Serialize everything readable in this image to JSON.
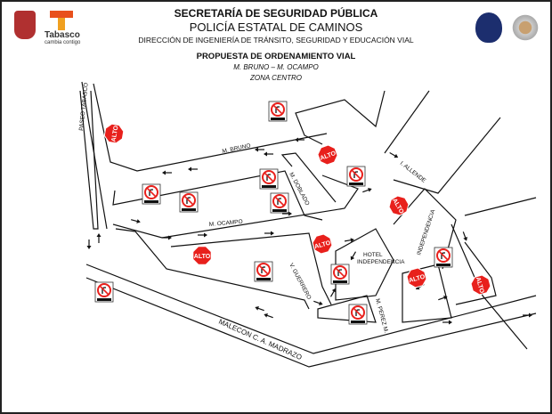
{
  "header": {
    "line1": "SECRETARÍA DE SEGURIDAD PÚBLICA",
    "line2": "POLICÍA ESTATAL DE CAMINOS",
    "line3": "DIRECCIÓN DE INGENIERÍA DE TRÁNSITO, SEGURIDAD Y EDUCACIÓN VIAL",
    "title": "PROPUESTA  DE ORDENAMIENTO VIAL",
    "subtitle": "M. BRUNO – M. OCAMPO",
    "zone": "ZONA CENTRO"
  },
  "logos": {
    "tabasco": "Tabasco",
    "tabasco_tagline": "cambia contigo"
  },
  "streets": {
    "paseo_tabasco": "PASEO TABASCO",
    "m_bruno": "M. BRUNO",
    "m_ocampo": "M. OCAMPO",
    "m_doblado": "M. DOBLADO",
    "i_allende": "I. ALLENDE",
    "independencia": "INDEPENDENCIA",
    "v_guerrero": "V. GUERRERO",
    "m_perez": "M. PEREZ M.",
    "malecon": "MALECON C. A. MADRAZO",
    "hotel": "HOTEL",
    "hotel2": "INDEPENDENCIA"
  },
  "sign_text": "ALTO",
  "colors": {
    "stop": "#e8201c",
    "road": "#111111",
    "tabasco_accent": "#e8501c"
  }
}
